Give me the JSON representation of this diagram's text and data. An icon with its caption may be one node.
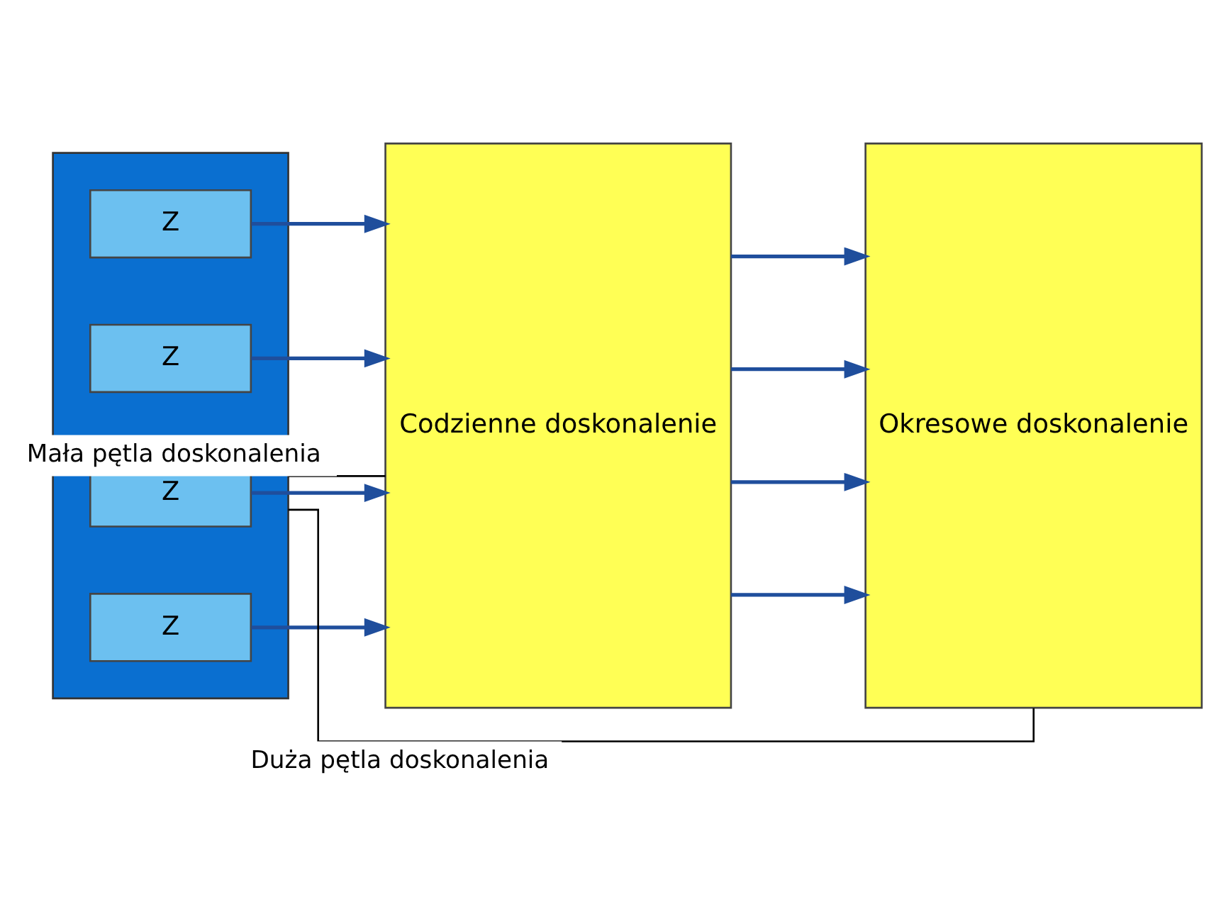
{
  "diagram": {
    "nodes": [
      {
        "text": [],
        "shape": "box"
      },
      {
        "text": [
          "Z"
        ],
        "in": 0
      },
      {
        "text": [
          "Z"
        ],
        "in": 0
      },
      {
        "text": [
          "Z"
        ],
        "in": 0
      },
      {
        "text": [
          "Z"
        ],
        "in": 0
      },
      {
        "text": [
          "Codzienne doskonalenie"
        ]
      },
      {
        "text": [
          "Okresowe doskonalenie"
        ]
      }
    ],
    "edges": [
      {
        "from": 1,
        "to": 5,
        "arrow": "to"
      },
      {
        "from": 2,
        "to": 5,
        "arrow": "to"
      },
      {
        "from": 3,
        "to": 5,
        "arrow": "to"
      },
      {
        "from": 4,
        "to": 5,
        "arrow": "to"
      },
      {
        "from": 5,
        "to": 6,
        "arrow": "to"
      },
      {
        "from": 5,
        "to": 6,
        "arrow": "to"
      },
      {
        "from": 5,
        "to": 6,
        "arrow": "to"
      },
      {
        "from": 5,
        "to": 6,
        "arrow": "to"
      },
      {
        "from": 5,
        "to": 0,
        "arrow": "none",
        "label": "Mała pętla doskonalenia",
        "color": "#000000"
      },
      {
        "from": 6,
        "to": 0,
        "arrow": "none",
        "label": "Duża pętla doskonalenia",
        "color": "#000000"
      }
    ]
  }
}
